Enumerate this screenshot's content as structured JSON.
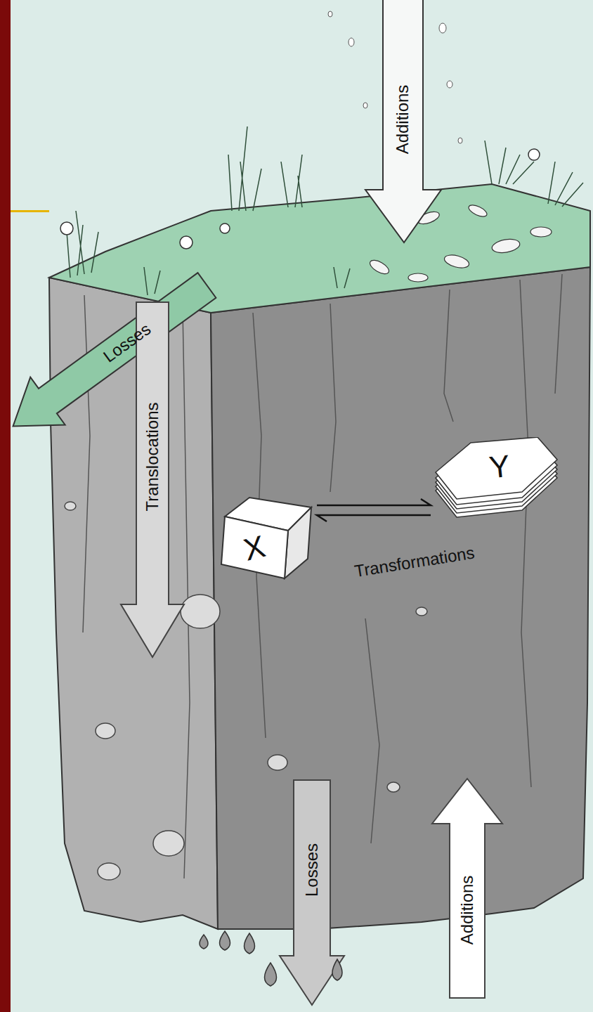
{
  "diagram": {
    "nodes": [
      {
        "text": [
          "X"
        ]
      },
      {
        "text": [
          "Y"
        ]
      }
    ],
    "edges": [
      {
        "from": 0,
        "to": 1,
        "arrow": "both",
        "label": "Transformations"
      }
    ],
    "labels": [
      "Additions",
      "Losses",
      "Translocations",
      "Losses",
      "Additions"
    ]
  }
}
